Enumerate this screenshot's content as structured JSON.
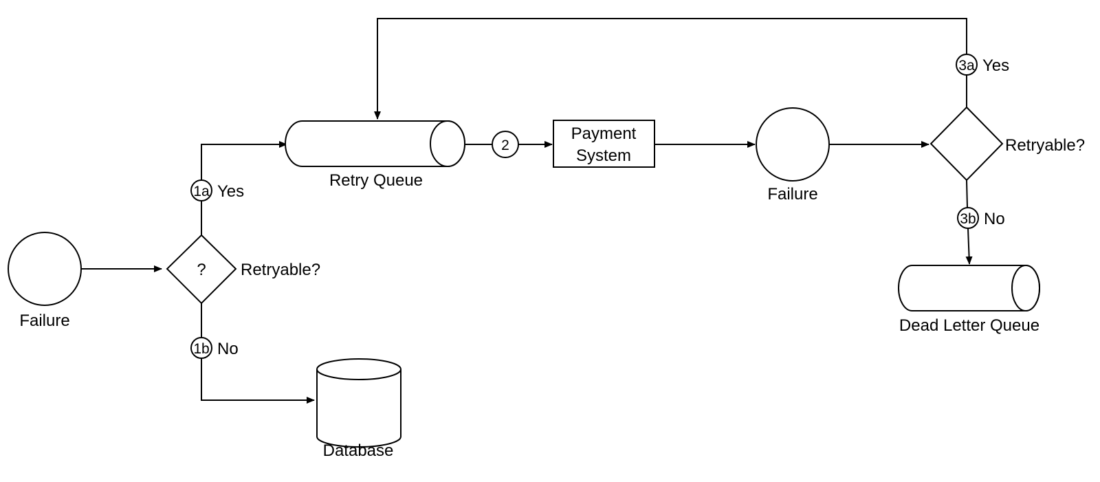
{
  "nodes": {
    "failure_left": "Failure",
    "decision_left_mark": "?",
    "decision_left_label": "Retryable?",
    "retry_queue": "Retry Queue",
    "payment_system_line1": "Payment",
    "payment_system_line2": "System",
    "failure_right": "Failure",
    "decision_right_label": "Retryable?",
    "dead_letter_queue": "Dead Letter Queue",
    "database": "Database"
  },
  "steps": {
    "s1a": "1a",
    "s1a_text": "Yes",
    "s1b": "1b",
    "s1b_text": "No",
    "s2": "2",
    "s3a": "3a",
    "s3a_text": "Yes",
    "s3b": "3b",
    "s3b_text": "No"
  }
}
